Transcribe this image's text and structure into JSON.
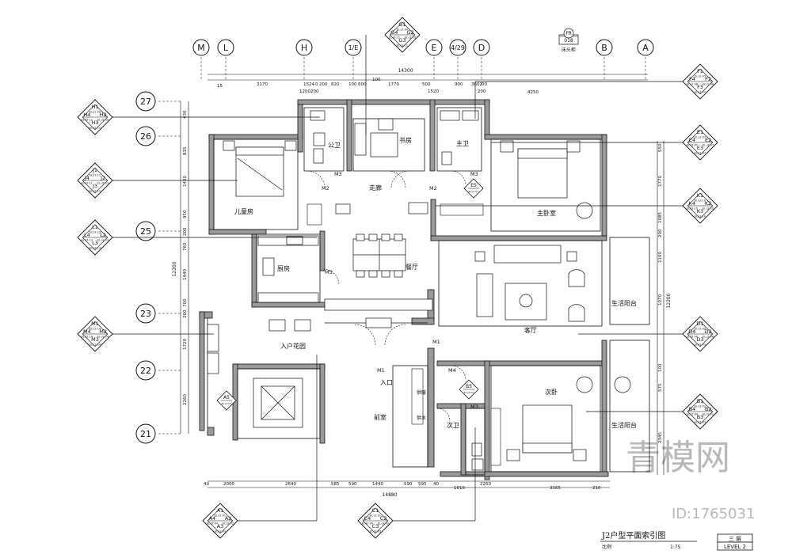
{
  "title": "J2户型平面索引图",
  "subtitle_scale_label": "比例",
  "scale_value": "1:75",
  "level_cn": "三 层",
  "level_en": "LEVEL 2",
  "watermark_logo": "青模网",
  "watermark_id": "ID:1765031",
  "top_dim_total": "14300",
  "bottom_dim_total": "14880",
  "left_dim_total": "12200",
  "right_dim_total": "12200",
  "fr_tag": {
    "code": "FR",
    "num": "018",
    "caption": "床头柜"
  },
  "top_axes": [
    "M",
    "L",
    "H",
    "1/E",
    "E",
    "4/29",
    "D",
    "B",
    "A"
  ],
  "left_axes": [
    "27",
    "26",
    "25",
    "23",
    "22",
    "21"
  ],
  "rooms": [
    "公卫",
    "书房",
    "主卫",
    "儿童房",
    "走廊",
    "主卧室",
    "厨房",
    "餐厅",
    "客厅",
    "生活阳台",
    "入户花园",
    "入口",
    "次卧",
    "前室",
    "次卫",
    "生活阳台"
  ],
  "doors": [
    "M3",
    "M2",
    "M2",
    "M3",
    "M5",
    "M1",
    "M1",
    "M4",
    "M3"
  ],
  "small_labels": [
    "供暖",
    "供水"
  ],
  "index_tags": [
    {
      "labels": [
        "G1",
        "G2",
        "G3",
        "G4"
      ],
      "refs": [
        "EL-J2-09",
        "EL-J2-10",
        "EL-J2-11",
        "EL-J2-12"
      ]
    },
    {
      "labels": [
        "H1",
        "H2",
        "H3",
        "H4"
      ],
      "refs": [
        "EL-J2-09",
        "EL-J2-10",
        "EL-J2-11",
        "EL-J2-12"
      ]
    },
    {
      "labels": [
        "J1",
        "J2",
        "J3",
        "J4"
      ],
      "refs": [
        "EL-J2-11",
        "EL-J2-11",
        "EL-J2-11",
        "EL-J2-11"
      ]
    },
    {
      "labels": [
        "L1",
        "L2",
        "L3",
        "L4"
      ],
      "refs": [
        "EL-J2-13",
        "EL-J2-13",
        "EL-J2-13",
        "EL-J2-13"
      ]
    },
    {
      "labels": [
        "M1",
        "M2",
        "M3",
        "M4"
      ],
      "refs": [
        "EL-J2-14",
        "EL-J2-14",
        "EL-J2-14",
        "EL-J2-14"
      ]
    },
    {
      "labels": [
        "F1",
        "F2",
        "F3",
        "F4"
      ],
      "refs": [
        "EL-J2-05",
        "EL-J2-06",
        "EL-J2-07",
        "EL-J2-08"
      ]
    },
    {
      "labels": [
        "E1",
        "E2",
        "E3",
        "E4"
      ],
      "refs": [
        "EL-J2-07",
        "EL-J2-07",
        "EL-J2-07",
        "EL-J2-07"
      ]
    },
    {
      "labels": [
        "K1",
        "K2",
        "K3",
        "K4"
      ],
      "refs": [
        "EL-J2-10",
        "EL-J2-10",
        "EL-J2-10",
        "EL-J2-10"
      ]
    },
    {
      "labels": [
        "D1",
        "D2",
        "D3",
        "D4"
      ],
      "refs": [
        "EL-J2-05",
        "EL-J2-06",
        "EL-J2-03",
        "EL-J2-04"
      ]
    },
    {
      "labels": [
        "B1",
        "B2",
        "B3",
        "B4"
      ],
      "refs": [
        "EL-J2-01",
        "EL-J2-02",
        "EL-J2-03",
        "EL-J2-04"
      ]
    },
    {
      "labels": [
        "A1",
        "A2",
        "A3",
        "A4"
      ],
      "refs": [
        "EL-J2-01",
        "EL-J2-02",
        "EL-J2-03",
        "EL-J2-04"
      ]
    },
    {
      "labels": [
        "C1",
        "C2",
        "C3",
        "C4"
      ],
      "refs": [
        "EL-J2-01",
        "EL-J2-02",
        "EL-J2-03",
        "EL-J2-04"
      ]
    }
  ],
  "single_tags": [
    {
      "label": "E5",
      "ref": "EL-J2-07"
    },
    {
      "label": "A5",
      "ref": "EL-J2-03"
    },
    {
      "label": "B5",
      "ref": "EL-J2-04"
    }
  ],
  "top_dims": [
    "15",
    "3170",
    "1524",
    "0",
    "200",
    "820",
    "100",
    "600",
    "1770",
    "500",
    "900",
    "3602",
    "00",
    "4250",
    "1200",
    "200",
    "100",
    "1520",
    "200"
  ],
  "bottom_dims": [
    "40",
    "2000",
    "2640",
    "585",
    "590",
    "1440",
    "590",
    "595",
    "40",
    "1610",
    "2250",
    "3165",
    "210"
  ],
  "left_dims": [
    "430",
    "835",
    "1430",
    "950",
    "200",
    "760",
    "1440",
    "700",
    "200",
    "1720",
    "2260"
  ],
  "right_dims": [
    "550",
    "1770",
    "1085",
    "200",
    "1100",
    "1070",
    "100",
    "575",
    "2345"
  ]
}
